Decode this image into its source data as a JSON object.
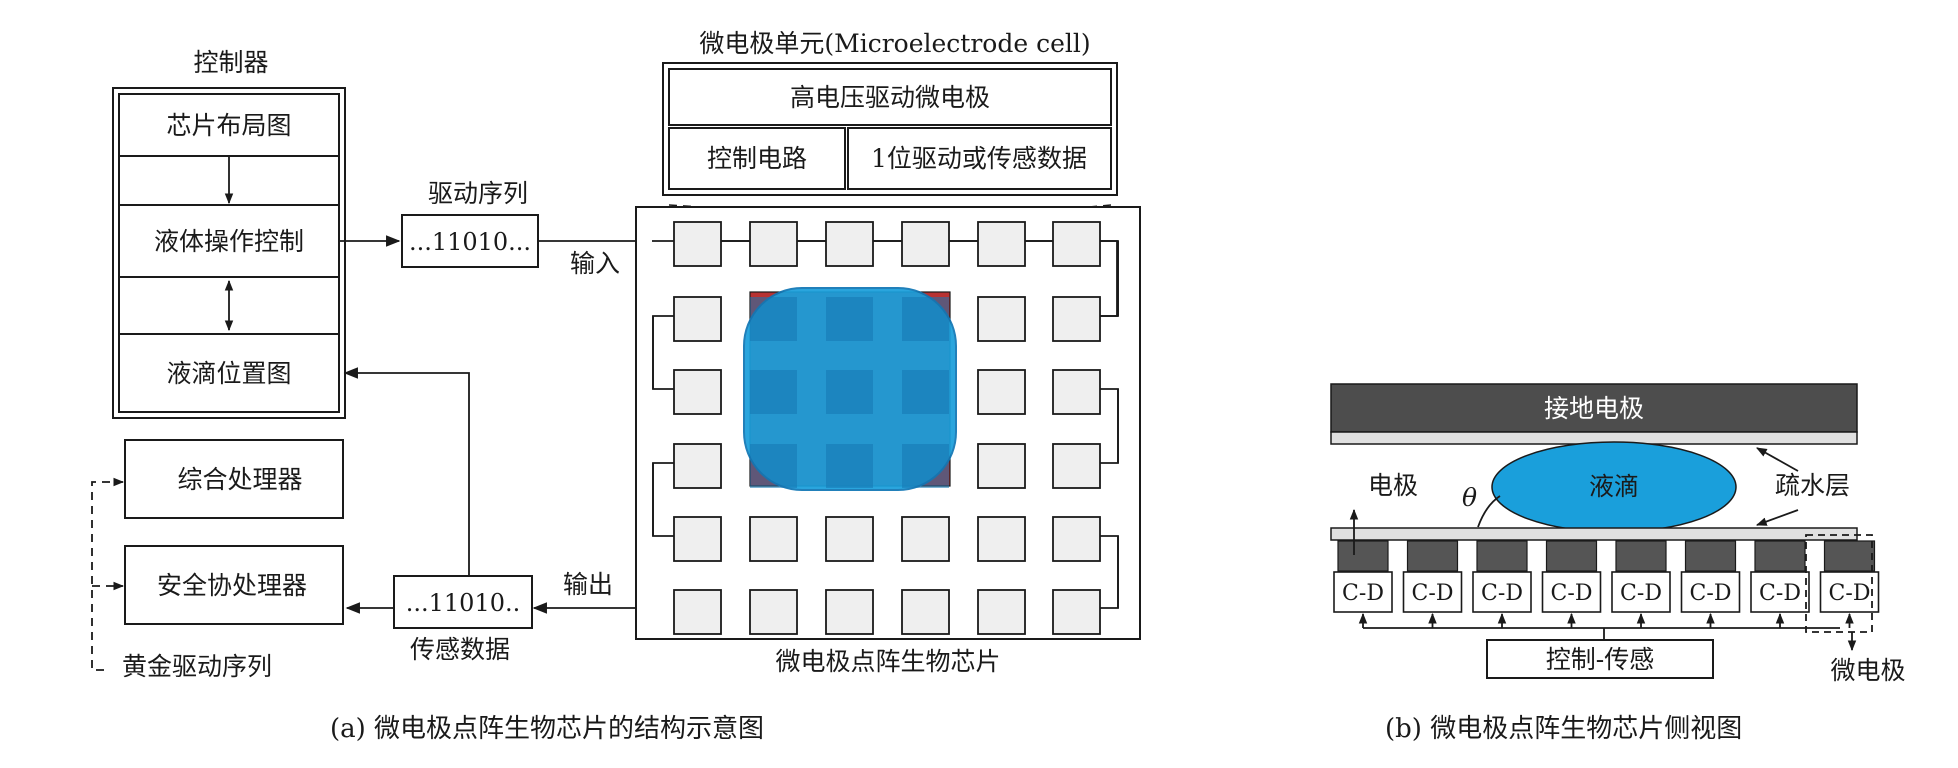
{
  "left": {
    "controller": {
      "title": "控制器",
      "layout_map": "芯片布局图",
      "liquid_control": "液体操作控制",
      "droplet_map": "液滴位置图"
    },
    "drive_sequence_label": "驱动序列",
    "drive_sequence_value": "...11010...",
    "input_label": "输入",
    "output_label": "输出",
    "sense_value": "...11010..",
    "sense_label": "传感数据",
    "integrated_processor": "综合处理器",
    "security_coprocessor": "安全协处理器",
    "golden_sequence": "黄金驱动序列",
    "cell_title": "微电极单元(Microelectrode cell)",
    "hv_electrode": "高电压驱动微电极",
    "control_circuit": "控制电路",
    "one_bit_data": "1位驱动或传感数据",
    "chip_label": "微电极点阵生物芯片",
    "caption": "(a)   微电极点阵生物芯片的结构示意图"
  },
  "right": {
    "ground_electrode": "接地电极",
    "droplet": "液滴",
    "electrode": "电极",
    "theta": "θ",
    "hydrophobic": "疏水层",
    "cd_cells": [
      "C-D",
      "C-D",
      "C-D",
      "C-D",
      "C-D",
      "C-D",
      "C-D",
      "C-D"
    ],
    "control_sense": "控制-传感",
    "microelectrode": "微电极",
    "caption": "(b)   微电极点阵生物芯片侧视图"
  },
  "colors": {
    "droplet": "#1a9fdb",
    "droplet_edge": "#1177b5",
    "red_electrodes": "#b83232",
    "ground_plate": "#4d4d4d",
    "electrode_block": "#555555",
    "cell_fill": "#efefef"
  }
}
